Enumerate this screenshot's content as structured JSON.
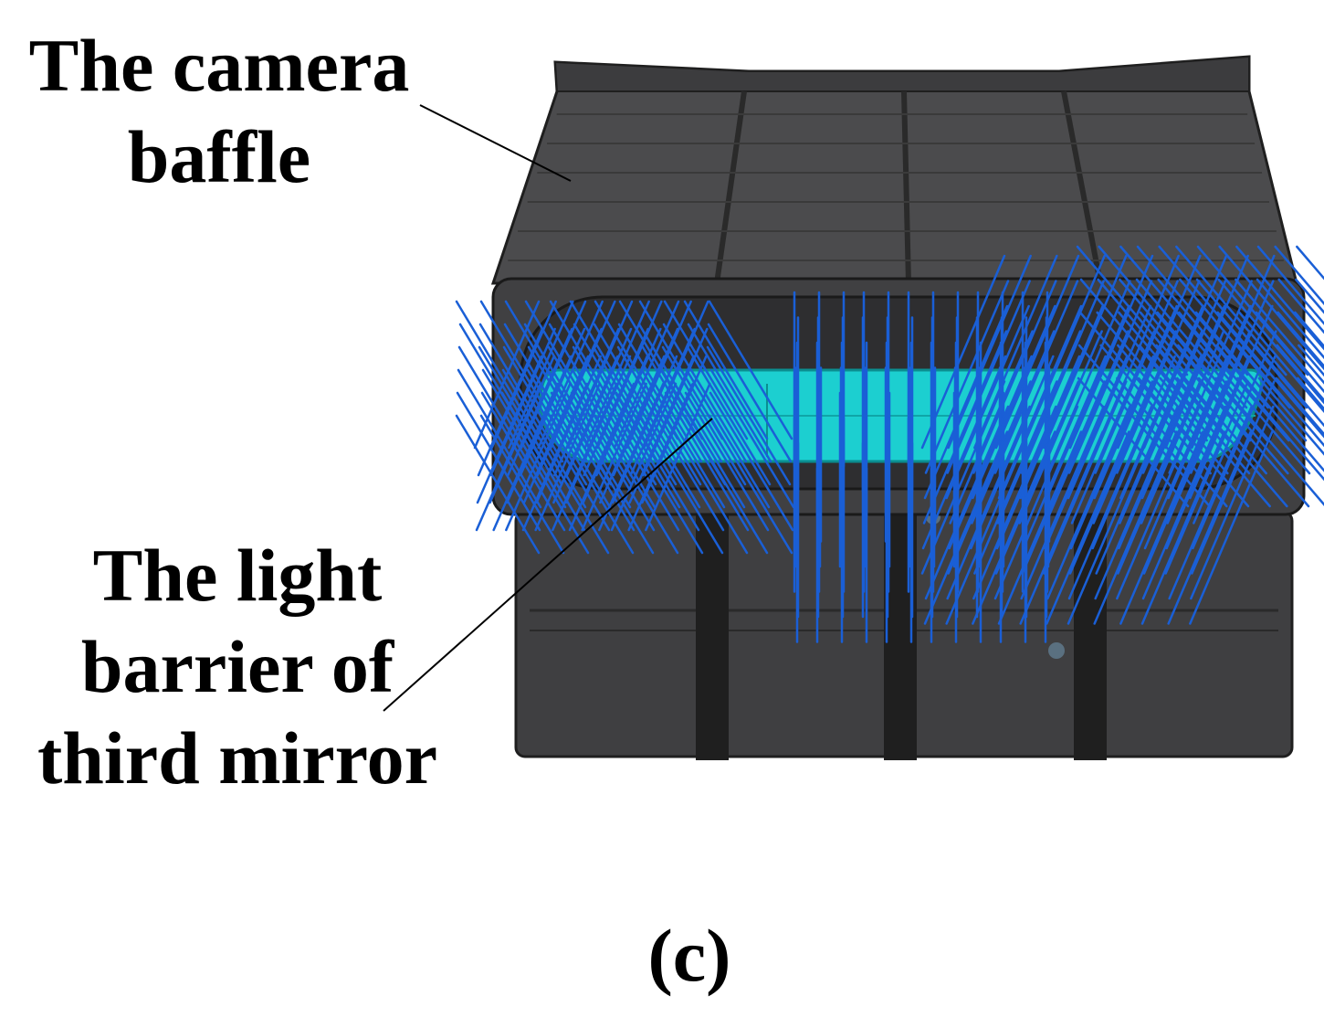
{
  "labels": {
    "baffle": [
      "The camera",
      "baffle"
    ],
    "barrier": [
      "The light",
      "barrier of",
      "third mirror"
    ]
  },
  "caption": "(c)",
  "colors": {
    "housing_dark": "#3a3a3c",
    "housing_mid": "#4a4a4c",
    "panel_line": "#2a2a2a",
    "mirror_cyan": "#1ccfd0",
    "rays_blue": "#1a5fd6",
    "background": "#ffffff"
  }
}
